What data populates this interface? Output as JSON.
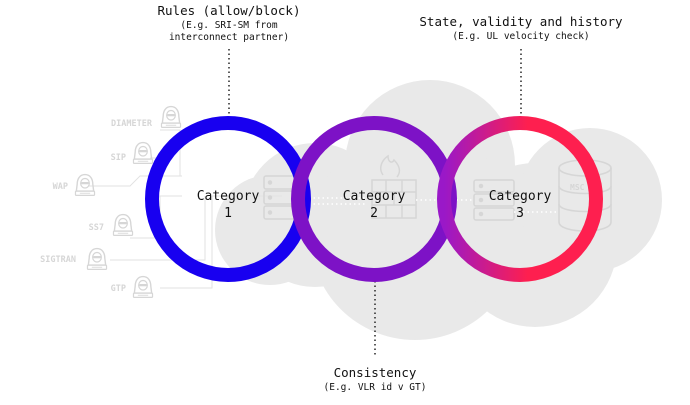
{
  "annotations": {
    "rules": {
      "title": "Rules (allow/block)",
      "line1": "(E.g. SRI-SM from",
      "line2": "interconnect partner)"
    },
    "state": {
      "title": "State, validity and history",
      "line1": "(E.g. UL velocity check)"
    },
    "consistency": {
      "title": "Consistency",
      "line1": "(E.g. VLR id v GT)"
    }
  },
  "categories": [
    {
      "name": "Category",
      "number": "1",
      "ring_color": "#1800f0"
    },
    {
      "name": "Category",
      "number": "2",
      "ring_color": "#7d12c6"
    },
    {
      "name": "Category",
      "number": "3",
      "ring_color": "#fb1c56"
    }
  ],
  "protocols": [
    "DIAMETER",
    "SIP",
    "WAP",
    "SS7",
    "SIGTRAN",
    "GTP"
  ],
  "colors": {
    "cloud": "#e9e9e9",
    "faint_icons": "#dadada",
    "gradient_start": "#9a18c8",
    "gradient_end": "#fe1f4f"
  },
  "icons": [
    "hacker-icon",
    "server-rack-icon",
    "firewall-icon",
    "database-icon"
  ],
  "db_label": "MSC"
}
